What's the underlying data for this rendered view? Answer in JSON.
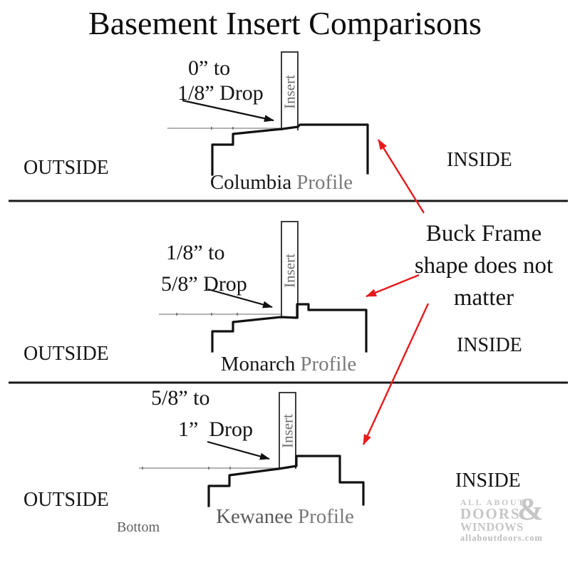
{
  "title": "Basement Insert Comparisons",
  "sections": [
    {
      "drop_line1": "0” to",
      "drop_line2": "1/8” Drop",
      "insert_label": "Insert",
      "outside_label": "OUTSIDE",
      "inside_label": "INSIDE",
      "profile_name": "Columbia",
      "profile_suffix": "Profile"
    },
    {
      "drop_line1": "1/8” to",
      "drop_line2": "5/8” Drop",
      "insert_label": "Insert",
      "outside_label": "OUTSIDE",
      "inside_label": "INSIDE",
      "profile_name": "Monarch",
      "profile_suffix": "Profile"
    },
    {
      "drop_line1": "5/8” to",
      "drop_line2": "1”  Drop",
      "insert_label": "Insert",
      "outside_label": "OUTSIDE",
      "inside_label": "INSIDE",
      "profile_name": "Kewanee",
      "profile_suffix": "Profile"
    }
  ],
  "annotation": {
    "line1": "Buck Frame",
    "line2": "shape does not",
    "line3": "matter"
  },
  "bottom_label": "Bottom",
  "logo": {
    "top": "ALL ABOUT",
    "middle": "DOORS",
    "ampersand": "&",
    "bottom": "WINDOWS",
    "site": "allaboutdoors.com"
  },
  "colors": {
    "profile_line": "#111111",
    "red_arrow": "#e8191c",
    "thin_reference_line": "#999999",
    "muted_text": "#7a7a7a",
    "logo_gray": "#c6c6c6"
  }
}
